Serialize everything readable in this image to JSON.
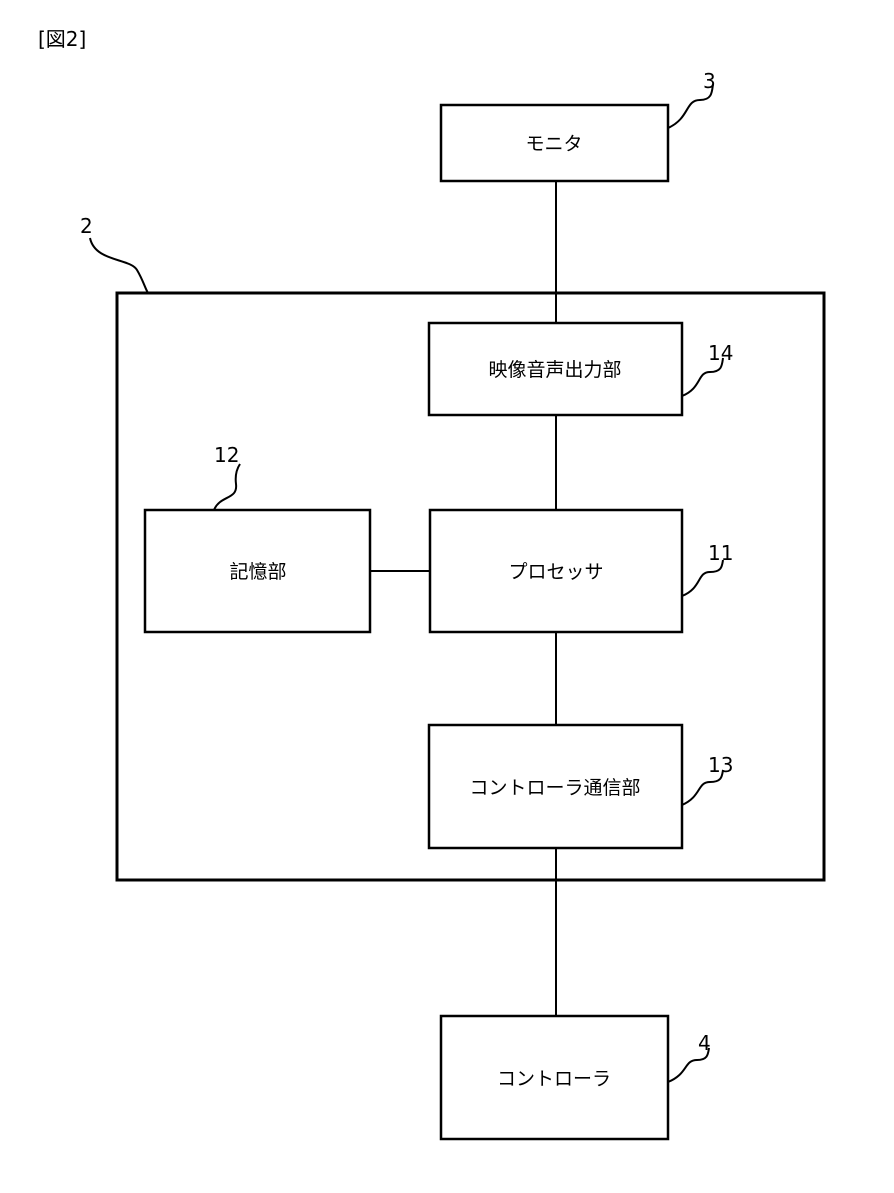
{
  "figure_label": "[図2]",
  "device": {
    "ref": "2"
  },
  "blocks": {
    "monitor": {
      "label": "モニタ",
      "ref": "3"
    },
    "av_output": {
      "label": "映像音声出力部",
      "ref": "14"
    },
    "storage": {
      "label": "記憶部",
      "ref": "12"
    },
    "processor": {
      "label": "プロセッサ",
      "ref": "11"
    },
    "controller_comm": {
      "label": "コントローラ通信部",
      "ref": "13"
    },
    "controller": {
      "label": "コントローラ",
      "ref": "4"
    }
  },
  "connections": [
    [
      "monitor",
      "av_output"
    ],
    [
      "av_output",
      "processor"
    ],
    [
      "storage",
      "processor"
    ],
    [
      "processor",
      "controller_comm"
    ],
    [
      "controller_comm",
      "controller"
    ]
  ]
}
